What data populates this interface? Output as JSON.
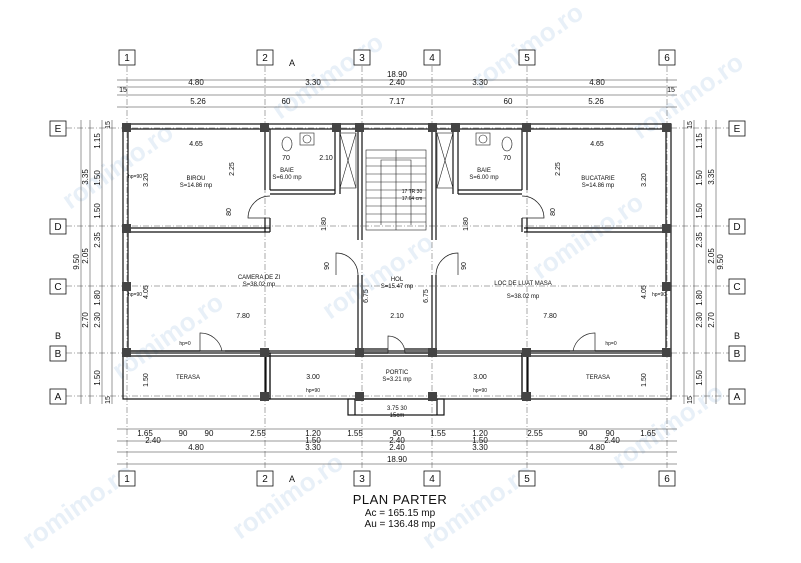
{
  "axes_top": [
    "1",
    "2",
    "3",
    "4",
    "5",
    "6"
  ],
  "axes_left": [
    "E",
    "D",
    "C",
    "B",
    "A"
  ],
  "section_marks": {
    "top": "A",
    "bottom": "A",
    "left": "B",
    "right": "B"
  },
  "dims_top": {
    "total": "18.90",
    "row1": [
      "4.80",
      "3.30",
      "2.40",
      "3.30",
      "4.80"
    ],
    "row2": [
      "5.26",
      "60",
      "7.17",
      "60",
      "5.26"
    ],
    "small": [
      "15",
      "15"
    ]
  },
  "dims_bottom": {
    "row1": [
      "1.65",
      "90",
      "90",
      "2.55",
      "1.20",
      "1.55",
      "90",
      "1.55",
      "1.20",
      "2.55",
      "90",
      "90",
      "1.65"
    ],
    "row2": [
      "2.40",
      "1.50",
      "2.40",
      "1.50",
      "2.40"
    ],
    "row3": [
      "4.80",
      "3.30",
      "2.40",
      "3.30",
      "4.80"
    ],
    "total": "18.90"
  },
  "dims_left": {
    "total": "9.50",
    "outer": [
      "3.35",
      "2.05",
      "2.70"
    ],
    "inner": [
      "1.15",
      "1.50",
      "1.50",
      "2.35",
      "1.80",
      "2.30",
      "1.50"
    ],
    "small": [
      "15",
      "15"
    ]
  },
  "dims_right": {
    "total": "9.50",
    "outer": [
      "3.35",
      "2.05",
      "2.70"
    ],
    "inner": [
      "1.15",
      "1.50",
      "1.50",
      "2.35",
      "1.80",
      "2.30",
      "1.50"
    ],
    "small": [
      "15",
      "15"
    ]
  },
  "rooms": [
    {
      "name": "BIROU",
      "area": "S=14.86 mp"
    },
    {
      "name": "BAIE",
      "area": "S=6.00 mp"
    },
    {
      "name": "BAIE",
      "area": "S=6.00 mp"
    },
    {
      "name": "BUCATARIE",
      "area": "S=14.86 mp"
    },
    {
      "name": "CAMERA DE ZI",
      "area": "S=38.02 mp"
    },
    {
      "name": "HOL",
      "area": "S=15.47 mp"
    },
    {
      "name": "LOC DE LUAT MASA",
      "area": "S=38.02 mp"
    },
    {
      "name": "TERASA",
      "area": ""
    },
    {
      "name": "TERASA",
      "area": ""
    },
    {
      "name": "PORTIC",
      "area": "S=3.21 mp"
    }
  ],
  "stair_label": [
    "17 TR 30",
    "17.64 cm"
  ],
  "inner_dims": [
    "4.65",
    "4.65",
    "3.20",
    "3.20",
    "7.80",
    "7.80",
    "4.05",
    "4.05",
    "3.00",
    "3.00",
    "2.10",
    "2.10",
    "6.75",
    "6.75",
    "1.80",
    "1.80",
    "2.25",
    "2.25",
    "70",
    "70",
    "90",
    "90",
    "80",
    "80",
    "1.50",
    "1.50",
    "3.75 30",
    "15cm"
  ],
  "door_labels": [
    "hp=90",
    "hp=90",
    "hp=90",
    "hp=0",
    "hp=0",
    "hp=90",
    "hp=90"
  ],
  "column_label": "30",
  "watermark": "romimo.ro",
  "caption": {
    "title": "PLAN PARTER",
    "ac": "Ac = 165.15 mp",
    "au": "Au = 136.48 mp"
  }
}
